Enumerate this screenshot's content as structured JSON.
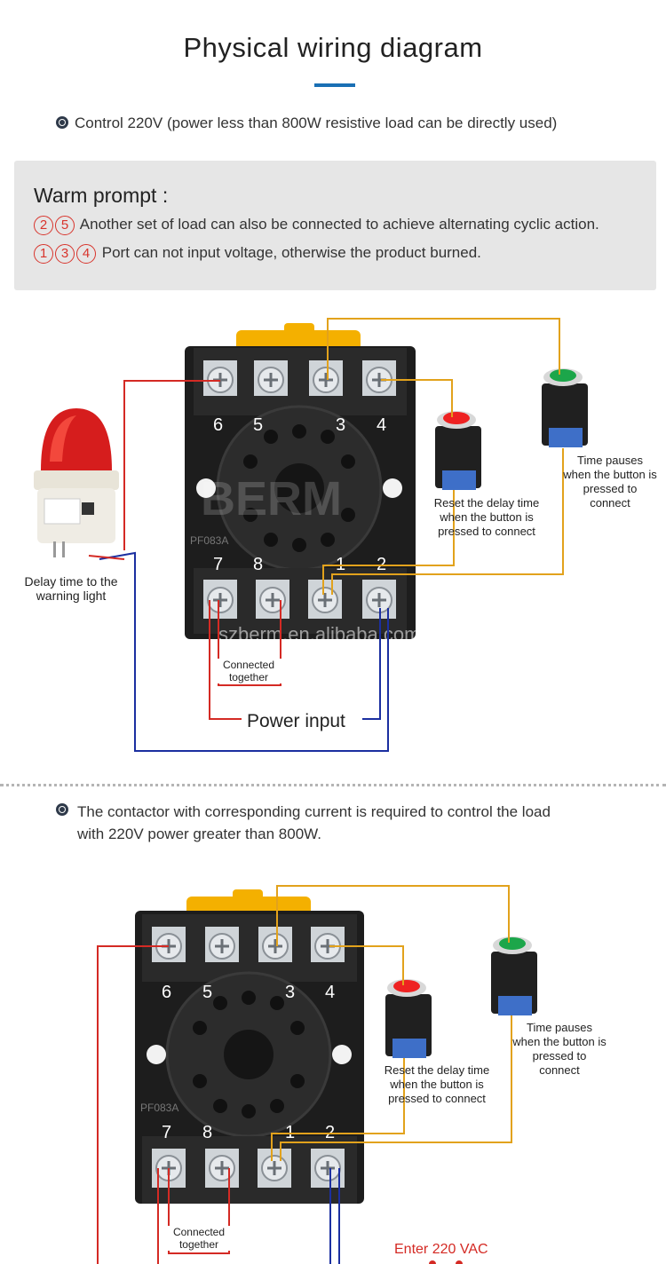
{
  "header": {
    "title": "Physical wiring diagram"
  },
  "section1": {
    "bullet_text": "Control 220V (power less than 800W resistive load can be directly used)"
  },
  "warm_prompt": {
    "title": "Warm prompt :",
    "lines": [
      {
        "marks": [
          "2",
          "5"
        ],
        "text": "Another set of load can also be connected to achieve alternating cyclic action."
      },
      {
        "marks": [
          "1",
          "3",
          "4"
        ],
        "text": "Port can not input voltage, otherwise the product burned."
      }
    ]
  },
  "diagram1": {
    "terminals_top": [
      "6",
      "5",
      "3",
      "4"
    ],
    "terminals_bottom": [
      "7",
      "8",
      "1",
      "2"
    ],
    "socket_model": "PF083A",
    "watermark_brand": "BERM",
    "watermark_url": "szberm.en.alibaba.com",
    "light_label": "Delay time to the warning light",
    "red_button_label": "Reset the delay time when the button is pressed to connect",
    "green_button_label": "Time pauses when the button is pressed to connect",
    "connected_label": "Connected together",
    "power_label": "Power input"
  },
  "section2": {
    "bullet_text": "The contactor with corresponding current is required to control the load with 220V power greater than 800W."
  },
  "diagram2": {
    "terminals_top": [
      "6",
      "5",
      "3",
      "4"
    ],
    "terminals_bottom": [
      "7",
      "8",
      "1",
      "2"
    ],
    "socket_model": "PF083A",
    "red_button_label": "Reset the delay time when the button is pressed to connect",
    "green_button_label": "Time pauses when the button is pressed to connect",
    "connected_label": "Connected together",
    "enter_label": "Enter 220 VAC"
  },
  "colors": {
    "accent": "#1a6fb4",
    "wire_red": "#d42a24",
    "wire_blue": "#1b2fa0",
    "wire_yellow": "#e2a21c",
    "prompt_red": "#d8342c"
  }
}
